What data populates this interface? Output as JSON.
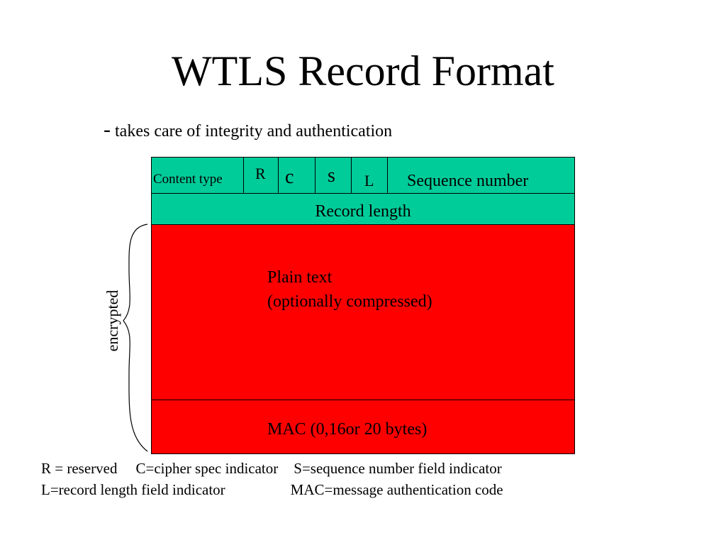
{
  "slide": {
    "title": "WTLS Record Format",
    "subtitle_dash": "-",
    "subtitle": "takes care of integrity and authentication"
  },
  "record": {
    "header_fields": [
      "Content type",
      "R",
      "c",
      "s",
      "L",
      "Sequence number"
    ],
    "record_length": "Record length",
    "payload_line1": "Plain text",
    "payload_line2": "(optionally compressed)",
    "mac": "MAC (0,16or 20 bytes)",
    "brace_label": "encrypted"
  },
  "legend": {
    "reserved": "R = reserved",
    "cipher": "C=cipher spec indicator",
    "sequence": "S=sequence number field indicator",
    "length": "L=record length field indicator",
    "mac": "MAC=message authentication code"
  },
  "colors": {
    "header": "#00cc99",
    "payload": "#ff0000",
    "border": "#000000"
  }
}
